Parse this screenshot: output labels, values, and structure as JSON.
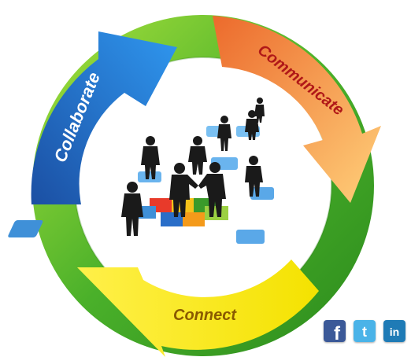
{
  "cycle": {
    "steps": [
      {
        "label": "Collaborate",
        "color": "#1f5fb8",
        "light": "#2f8ee6"
      },
      {
        "label": "Communicate",
        "color": "#e8652e",
        "light": "#f8c46e"
      },
      {
        "label": "Connect",
        "color": "#e5d300",
        "light": "#f6ea2a"
      }
    ],
    "ring_color": "#4aa82a",
    "ring_light": "#a4dc3c"
  },
  "center_image": {
    "description_icon": "business-network-puzzle-icon"
  },
  "social": [
    {
      "name": "facebook",
      "icon": "facebook-icon",
      "glyph": "f",
      "color": "#3b5998"
    },
    {
      "name": "twitter",
      "icon": "twitter-icon",
      "glyph": "t",
      "color": "#4ab3e8"
    },
    {
      "name": "linkedin",
      "icon": "linkedin-icon",
      "glyph": "in",
      "color": "#1f7bb6"
    }
  ]
}
